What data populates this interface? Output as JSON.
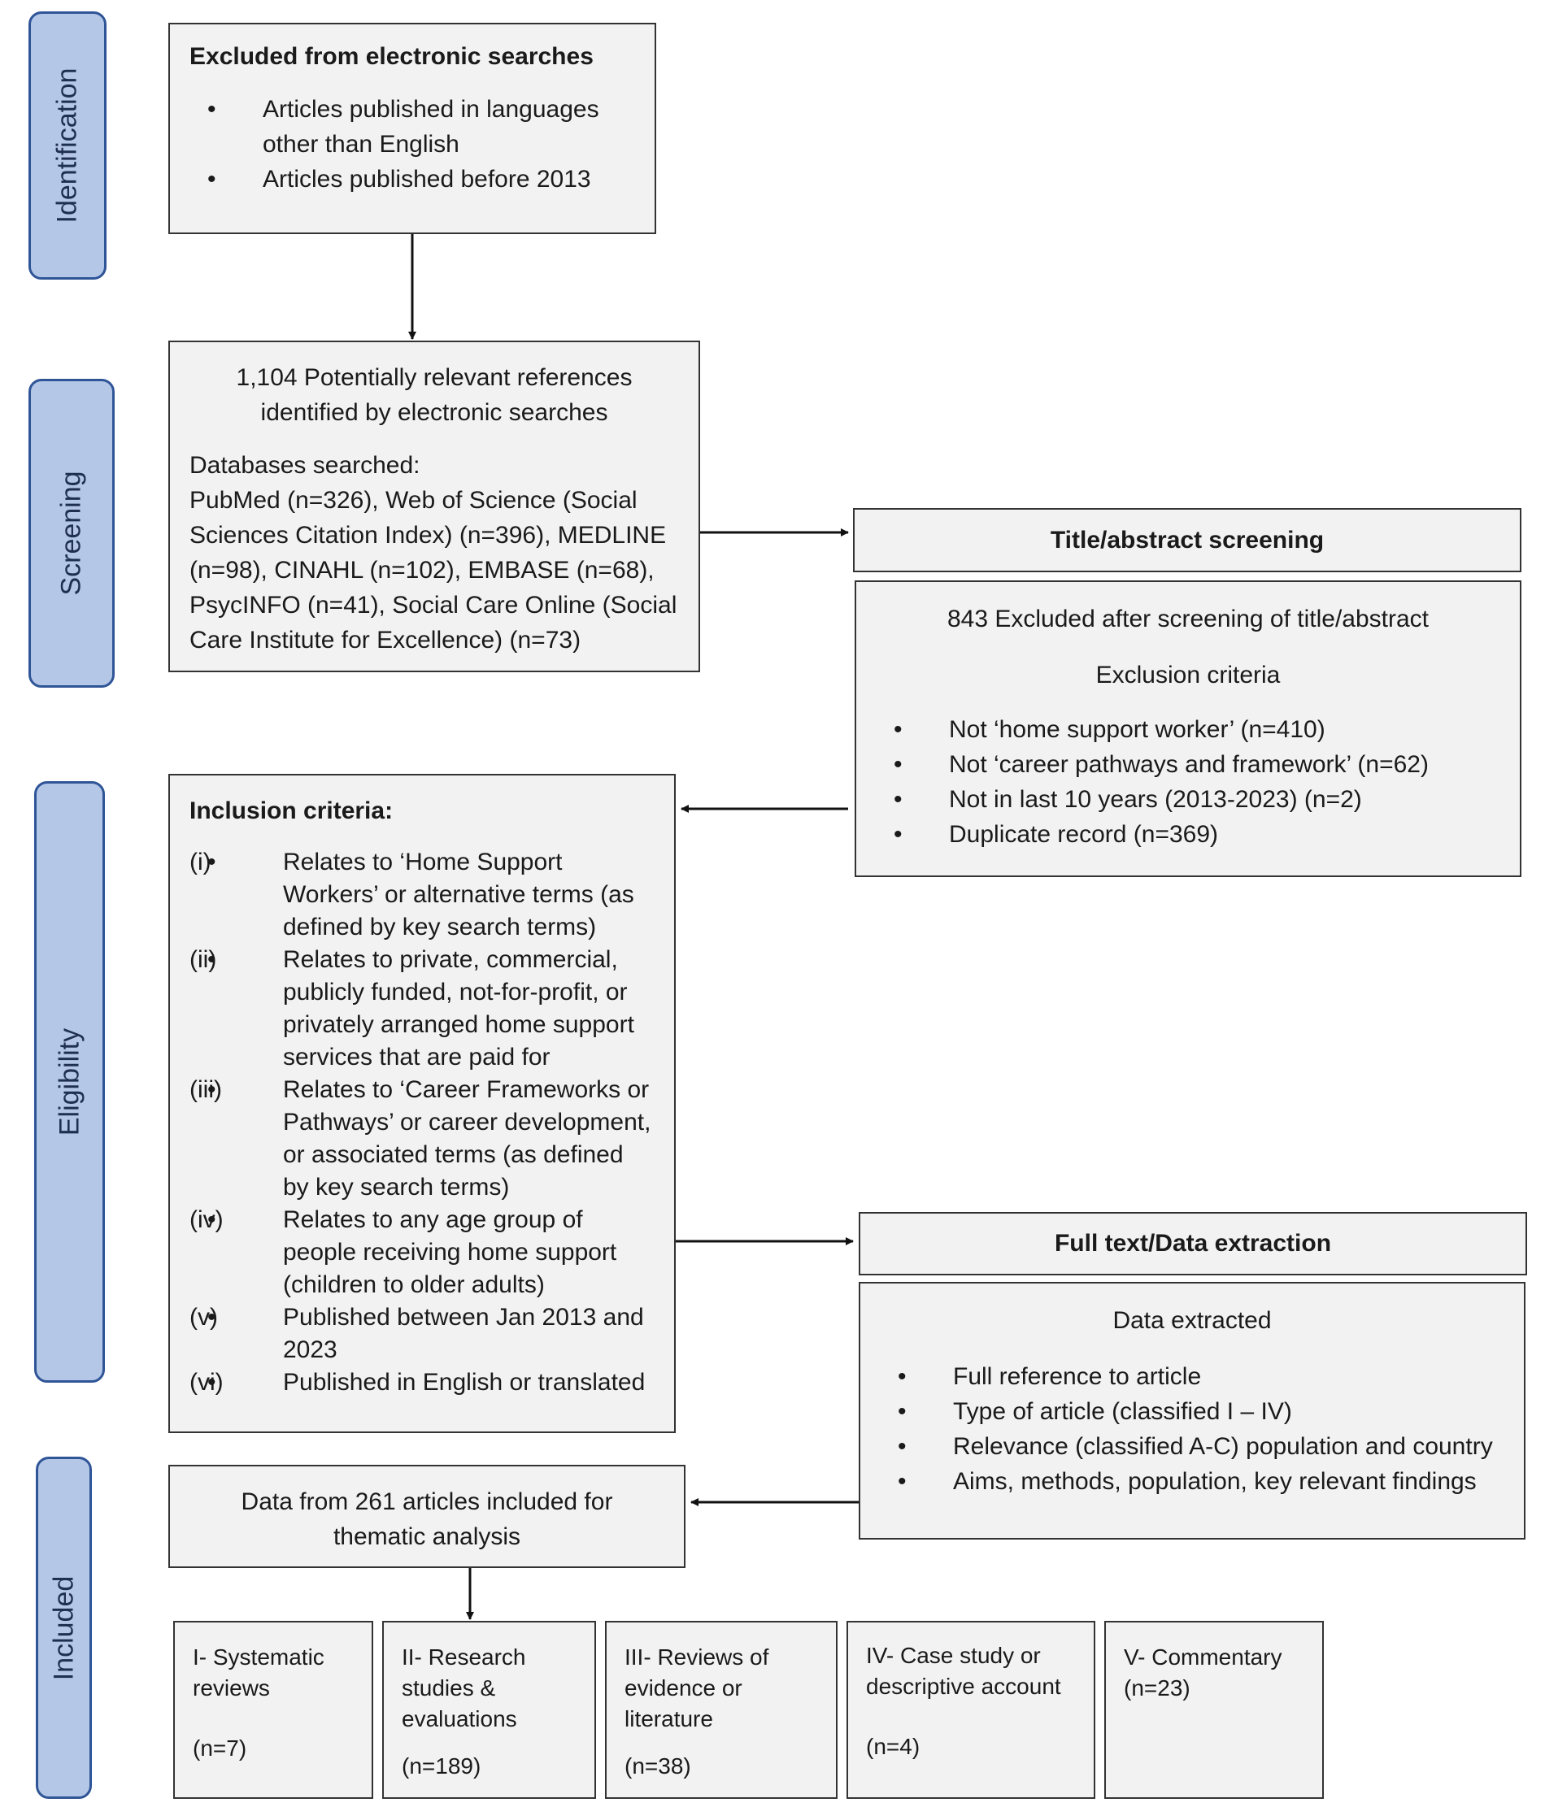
{
  "stages": {
    "identification": "Identification",
    "screening": "Screening",
    "eligibility": "Eligibility",
    "included": "Included"
  },
  "excluded_box": {
    "title": "Excluded from electronic searches",
    "items": [
      "Articles published in languages other than English",
      "Articles published before 2013"
    ]
  },
  "references_box": {
    "headline": "1,104 Potentially relevant references identified by electronic searches",
    "databases_label": "Databases searched:",
    "databases_text": "PubMed (n=326), Web of Science (Social Sciences Citation Index) (n=396), MEDLINE (n=98), CINAHL (n=102), EMBASE (n=68), PsycINFO (n=41), Social Care Online (Social Care Institute for Excellence) (n=73)"
  },
  "title_screening": {
    "header": "Title/abstract screening",
    "excluded": "843 Excluded after screening of title/abstract",
    "criteria_label": "Exclusion criteria",
    "items": [
      "Not ‘home support worker’ (n=410)",
      "Not ‘career pathways and framework’ (n=62)",
      "Not in last 10 years (2013-2023) (n=2)",
      "Duplicate record (n=369)"
    ]
  },
  "inclusion": {
    "title": "Inclusion criteria:",
    "items": [
      {
        "num": "(i)",
        "text": "Relates to ‘Home Support Workers’ or alternative terms (as defined by key search terms)"
      },
      {
        "num": "(ii)",
        "text": "Relates to private, commercial, publicly funded, not-for-profit, or privately arranged home support services that are paid for"
      },
      {
        "num": "(iii)",
        "text": "Relates to ‘Career Frameworks or Pathways’ or career development, or associated terms (as defined by key search terms)"
      },
      {
        "num": "(iv)",
        "text": "Relates to any age group of people receiving home support (children to older adults)"
      },
      {
        "num": "(v)",
        "text": "Published between Jan 2013 and 2023"
      },
      {
        "num": "(vi)",
        "text": "Published in English or translated"
      }
    ]
  },
  "full_text": {
    "header": "Full text/Data extraction",
    "label": "Data extracted",
    "items": [
      "Full reference to article",
      "Type of article (classified I – IV)",
      "Relevance (classified A-C) population and country",
      "Aims, methods, population, key relevant findings"
    ]
  },
  "included_box": {
    "text": "Data from 261 articles included for thematic analysis"
  },
  "categories": [
    {
      "label": "I- Systematic reviews",
      "count": "(n=7)"
    },
    {
      "label": "II- Research studies & evaluations",
      "count": "(n=189)"
    },
    {
      "label": "III- Reviews of evidence or literature",
      "count": "(n=38)"
    },
    {
      "label": "IV- Case study or descriptive account",
      "count": "(n=4)"
    },
    {
      "label": "V- Commentary",
      "count": "(n=23)"
    }
  ]
}
